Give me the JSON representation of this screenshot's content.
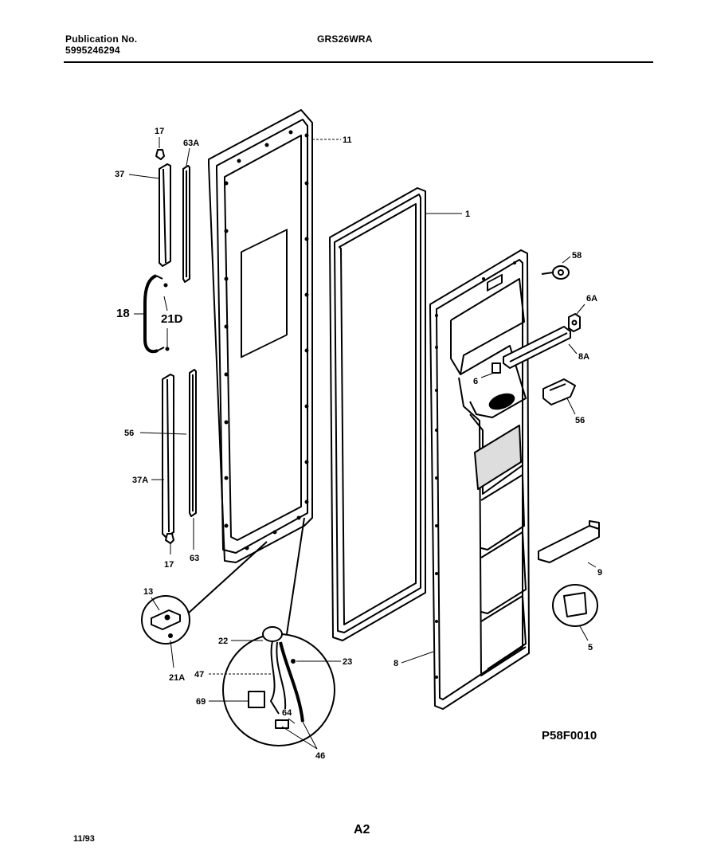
{
  "header": {
    "publication_label": "Publication No.",
    "publication_number": "5995246294",
    "model": "GRS26WRA"
  },
  "diagram_code": "P58F0010",
  "footer": {
    "date": "11/93",
    "page": "A2"
  },
  "callouts": {
    "c17_top": "17",
    "c63A": "63A",
    "c11": "11",
    "c37": "37",
    "c1": "1",
    "c58_top": "58",
    "c18": "18",
    "c21D": "21D",
    "c6A_right": "6A",
    "c8A": "8A",
    "c6": "6",
    "c56_right": "56",
    "c56_left": "56",
    "c37A": "37A",
    "c17_bottom": "17",
    "c63": "63",
    "c9_right": "9",
    "c13": "13",
    "c5": "5",
    "c22": "22",
    "c23": "23",
    "c47": "47",
    "c8": "8",
    "c21A": "21A",
    "c69": "69",
    "c64": "64",
    "c46": "46"
  }
}
